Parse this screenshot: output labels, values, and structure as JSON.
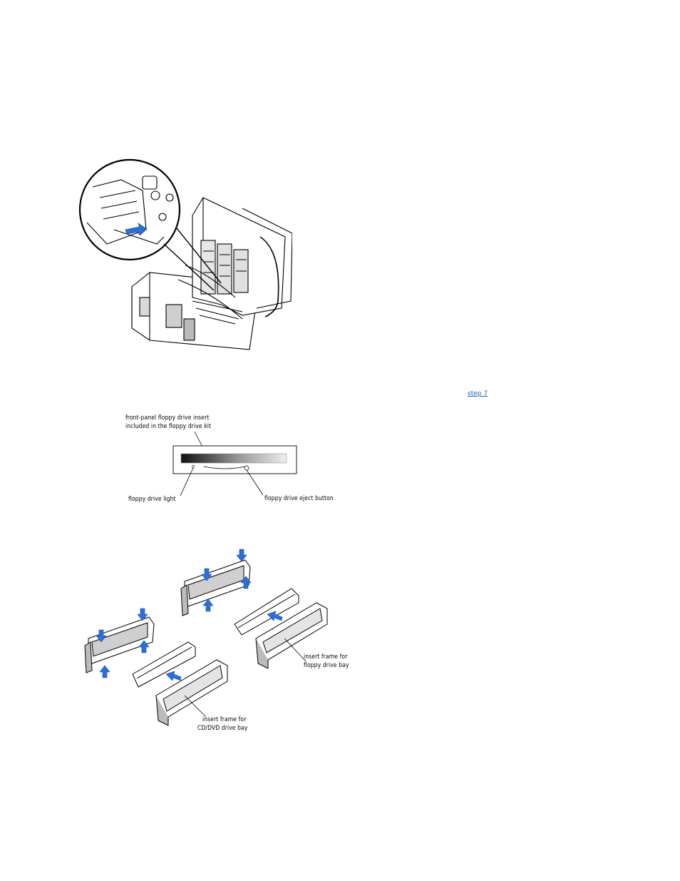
{
  "links": {
    "step7": "step 7"
  },
  "figure_floppy_insert": {
    "label_insert_line1": "front-panel floppy drive insert",
    "label_insert_line2": "included in the floppy drive kit",
    "label_light": "floppy drive light",
    "label_eject": "floppy drive eject button"
  },
  "figure_insert_frames": {
    "label_floppy_line1": "insert frame for",
    "label_floppy_line2": "floppy drive bay",
    "label_cd_line1": "insert frame for",
    "label_cd_line2": "CD/DVD drive bay"
  },
  "colors": {
    "arrow_blue": "#2a6fdb",
    "link_blue": "#1a5fb4"
  }
}
